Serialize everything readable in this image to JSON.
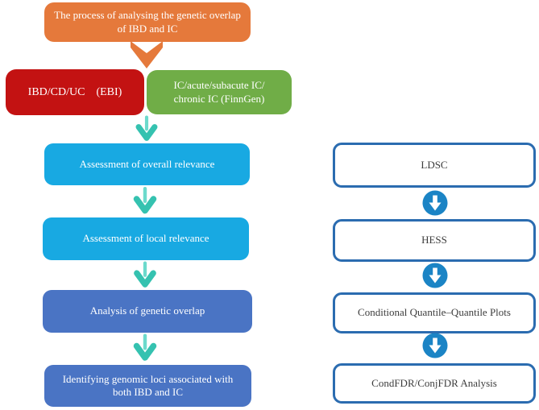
{
  "flow": {
    "title": "The process of analysing the genetic overlap of IBD and IC",
    "sources": {
      "ibd_label": "IBD/CD/UC  (EBI)",
      "ic_line1": "IC/acute/subacute IC/",
      "ic_line2": "chronic IC (FinnGen)"
    },
    "steps": [
      {
        "label": "Assessment of overall relevance"
      },
      {
        "label": "Assessment of local relevance"
      },
      {
        "label": "Analysis of genetic overlap"
      },
      {
        "label": "Identifying genomic loci associated with both IBD and IC"
      }
    ],
    "methods": [
      {
        "label": "LDSC"
      },
      {
        "label": "HESS"
      },
      {
        "label": "Conditional Quantile–Quantile Plots"
      },
      {
        "label": "CondFDR/ConjFDR Analysis"
      }
    ]
  },
  "icons": {
    "orange_arrow": "solid-chevron-down",
    "step_arrow": "tapered-teal-arrow-down",
    "method_arrow": "circle-arrow-down"
  },
  "colors": {
    "orange": "#E5793B",
    "red": "#C31212",
    "green": "#70AD47",
    "light_blue": "#18A9E2",
    "dark_blue": "#4A74C4",
    "teal": "#35C2B0",
    "teal_light": "#6CDACC",
    "method_border": "#2B6CB0",
    "circle_blue": "#1B84C5",
    "text_dark": "#3C3C3C",
    "text_light": "#FFFFFF"
  }
}
